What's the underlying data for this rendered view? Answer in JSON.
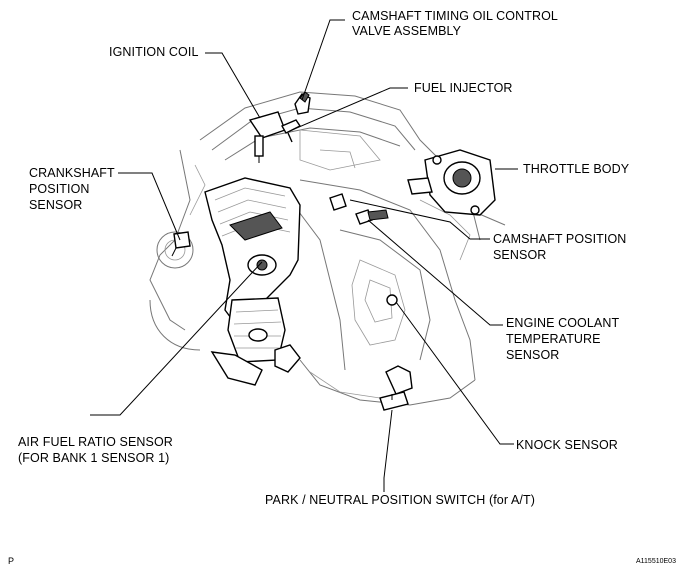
{
  "labels": {
    "camshaft_ocv_line1": "CAMSHAFT TIMING OIL CONTROL",
    "camshaft_ocv_line2": "VALVE ASSEMBLY",
    "ignition_coil": "IGNITION COIL",
    "fuel_injector": "FUEL INJECTOR",
    "crankshaft_line1": "CRANKSHAFT",
    "crankshaft_line2": "POSITION",
    "crankshaft_line3": "SENSOR",
    "throttle_body": "THROTTLE BODY",
    "camshaft_pos_line1": "CAMSHAFT POSITION",
    "camshaft_pos_line2": "SENSOR",
    "coolant_line1": "ENGINE COOLANT",
    "coolant_line2": "TEMPERATURE",
    "coolant_line3": "SENSOR",
    "air_fuel_line1": "AIR FUEL RATIO SENSOR",
    "air_fuel_line2": "(FOR BANK 1 SENSOR 1)",
    "knock_sensor": "KNOCK SENSOR",
    "park_neutral": "PARK / NEUTRAL POSITION SWITCH  (for A/T)"
  },
  "footer": {
    "left_mark": "P",
    "figure_code": "A115510E03"
  }
}
